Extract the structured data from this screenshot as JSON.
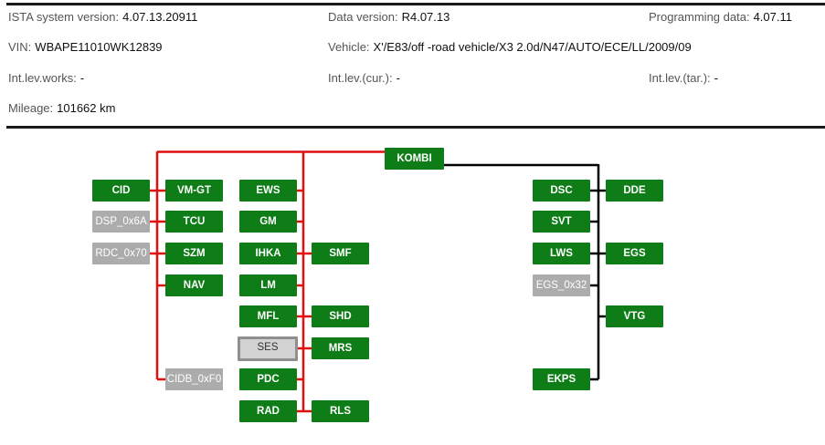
{
  "header": {
    "ista_version_label": "ISTA system version:",
    "ista_version": "4.07.13.20911",
    "data_version_label": "Data version:",
    "data_version": "R4.07.13",
    "programming_data_label": "Programming data:",
    "programming_data": "4.07.11",
    "vin_label": "VIN:",
    "vin": "WBAPE11010WK12839",
    "vehicle_label": "Vehicle:",
    "vehicle": "X'/E83/off -road vehicle/X3 2.0d/N47/AUTO/ECE/LL/2009/09",
    "int_lev_works_label": "Int.lev.works:",
    "int_lev_works": "-",
    "int_lev_cur_label": "Int.lev.(cur.):",
    "int_lev_cur": "-",
    "int_lev_tar_label": "Int.lev.(tar.):",
    "int_lev_tar": "-",
    "mileage_label": "Mileage:",
    "mileage": "101662 km"
  },
  "colors": {
    "bus_red": "#e01010",
    "bus_black": "#000000",
    "module_ok": "#0e7d17",
    "module_unknown": "#acacac",
    "module_selected": "#d2d2d2"
  },
  "modules": {
    "kombi": "KOMBI",
    "cid": "CID",
    "vm_gt": "VM-GT",
    "ews": "EWS",
    "dsp": "DSP_0x6A",
    "tcu": "TCU",
    "gm": "GM",
    "rdc": "RDC_0x70",
    "szm": "SZM",
    "ihka": "IHKA",
    "smf": "SMF",
    "nav": "NAV",
    "lm": "LM",
    "mfl": "MFL",
    "shd": "SHD",
    "ses": "SES",
    "mrs": "MRS",
    "cidb": "CIDB_0xF0",
    "pdc": "PDC",
    "rad": "RAD",
    "rls": "RLS",
    "dsc": "DSC",
    "dde": "DDE",
    "svt": "SVT",
    "lws": "LWS",
    "egs": "EGS",
    "egs_0x32": "EGS_0x32",
    "vtg": "VTG",
    "ekps": "EKPS"
  }
}
